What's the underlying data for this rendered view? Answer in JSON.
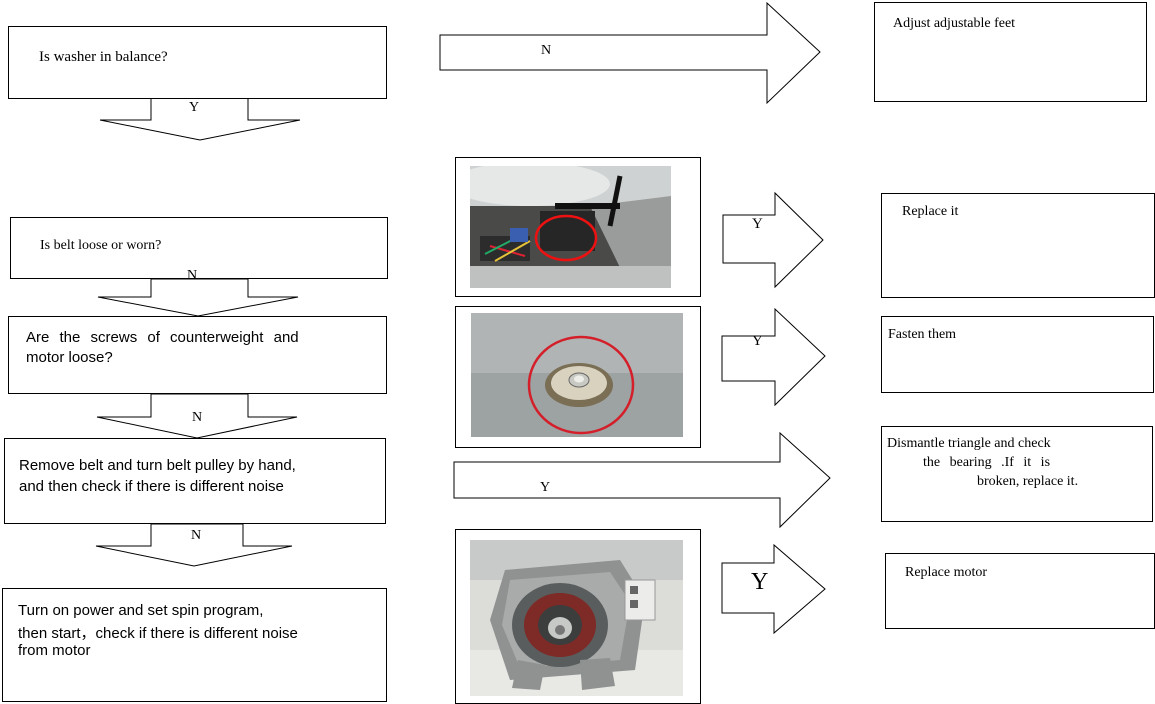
{
  "steps": {
    "balance": {
      "question": "Is washer in balance?",
      "yes": "Y",
      "no": "N",
      "action": "Adjust adjustable feet"
    },
    "belt": {
      "question": "Is belt loose or worn?",
      "yes": "Y",
      "no": "N",
      "action": "Replace it"
    },
    "screws": {
      "question_line1": "Are the screws of counterweight and",
      "question_line2": "motor loose?",
      "yes": "Y",
      "no": "N",
      "action": "Fasten them"
    },
    "pulley": {
      "question_line1": "Remove belt and turn belt pulley by hand,",
      "question_line2": "and then check if there is different noise",
      "yes": "Y",
      "no": "N",
      "action_line1": "Dismantle triangle and check",
      "action_line2": "the  bearing  .If  it  is",
      "action_line3": "broken, replace it."
    },
    "motor": {
      "question_line1": "Turn on power and set spin program,",
      "question_line2": "then start，check if there is different noise",
      "question_line3": "from motor",
      "yes": "Y",
      "action": "Replace motor"
    }
  }
}
